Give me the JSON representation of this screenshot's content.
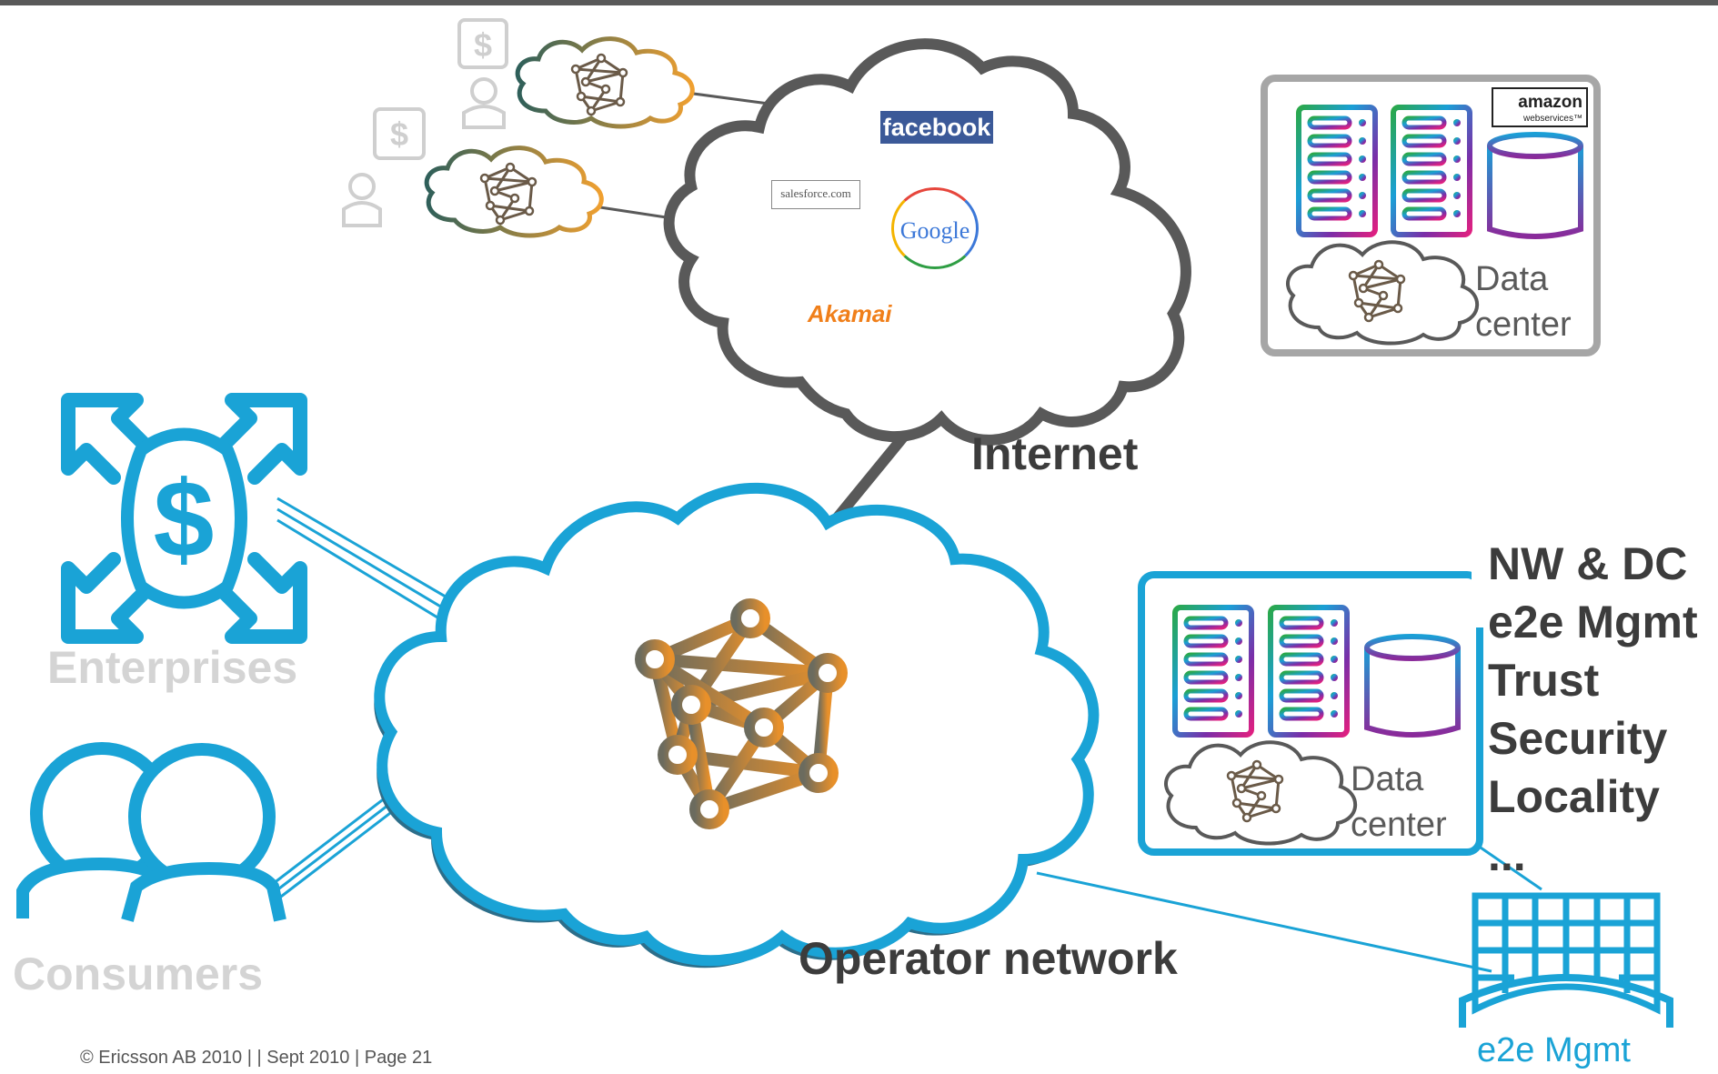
{
  "labels": {
    "internet": "Internet",
    "operator_network": "Operator network",
    "enterprises": "Enterprises",
    "consumers": "Consumers",
    "dc_top_line1": "Data",
    "dc_top_line2": "center",
    "dc_bottom_line1": "Data",
    "dc_bottom_line2": "center",
    "e2e_mgmt": "e2e Mgmt"
  },
  "properties": [
    "NW & DC",
    "e2e Mgmt",
    "Trust",
    "Security",
    "Locality",
    "..."
  ],
  "brands": {
    "facebook": "facebook",
    "salesforce": "salesforce.com",
    "google": "Google",
    "akamai": "Akamai",
    "amazon": "amazon",
    "amazon_sub": "webservices™"
  },
  "footer": "© Ericsson AB 2010  |   | Sept 2010  |  Page 21",
  "colors": {
    "accent_blue": "#1aa3d6",
    "dark_grey": "#595959",
    "light_grey": "#d4d4d4",
    "mesh_start": "#6b6b5e",
    "mesh_end": "#e8902a"
  },
  "icons": [
    "enterprise-dollar-icon",
    "consumers-icon",
    "operator-cloud-icon",
    "internet-cloud-icon",
    "network-mesh-icon",
    "server-rack-icon",
    "storage-cylinder-icon",
    "e2e-mgmt-grid-icon"
  ]
}
